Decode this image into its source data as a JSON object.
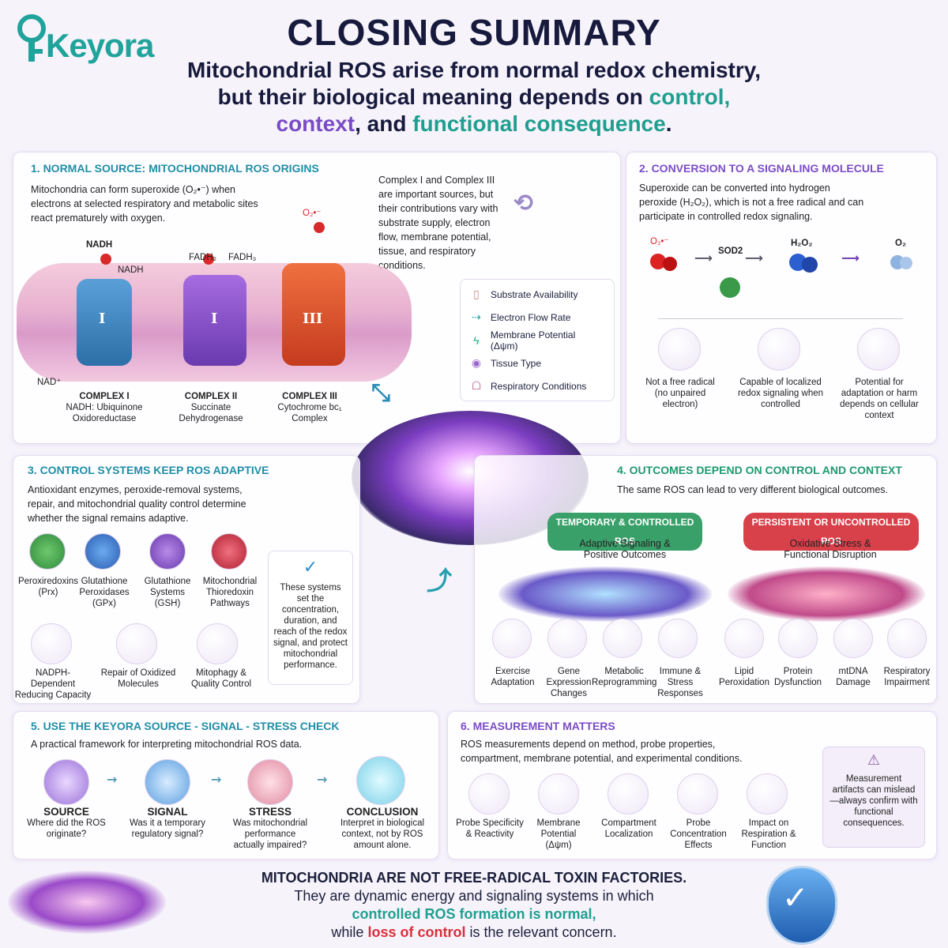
{
  "logo": {
    "text": "Keyora"
  },
  "title": "CLOSING SUMMARY",
  "subtitle": {
    "line1": "Mitochondrial ROS arise from normal redox chemistry,",
    "line2a": "but their biological meaning depends on ",
    "w_control": "control,",
    "w_context": "context",
    "line3mid": ", and ",
    "w_functional": "functional consequence",
    "line3end": "."
  },
  "s1": {
    "heading": "1. NORMAL SOURCE: MITOCHONDRIAL ROS ORIGINS",
    "text": "Mitochondria can form superoxide (O₂•⁻) when electrons at selected respiratory and metabolic sites react prematurely with oxygen.",
    "side_text": "Complex I and Complex III are important sources, but their contributions vary with substrate supply, electron flow, membrane potential, tissue, and respiratory conditions.",
    "labels": {
      "nadh": "NADH",
      "nadh2": "NADH",
      "fadh2": "FADH₂",
      "fadh3": "FADH₃",
      "o2": "O₂•⁻",
      "nad": "NAD⁺",
      "roman1": "I",
      "roman2": "I",
      "roman3": "III"
    },
    "complexes": [
      {
        "name": "COMPLEX I",
        "desc": "NADH: Ubiquinone Oxidoreductase"
      },
      {
        "name": "COMPLEX II",
        "desc": "Succinate Dehydrogenase"
      },
      {
        "name": "COMPLEX III",
        "desc": "Cytochrome bc₁ Complex"
      }
    ],
    "factors": [
      "Substrate Availability",
      "Electron Flow Rate",
      "Membrane Potential (Δψm)",
      "Tissue Type",
      "Respiratory Conditions"
    ]
  },
  "s2": {
    "heading": "2. CONVERSION TO A SIGNALING MOLECULE",
    "text": "Superoxide can be converted into hydrogen peroxide (H₂O₂), which is not a free radical and can participate in controlled redox signaling.",
    "o2r": "O₂•⁻",
    "sod2": "SOD2",
    "h2o2": "H₂O₂",
    "o2": "O₂",
    "props": [
      "Not a free radical (no unpaired electron)",
      "Capable of localized redox signaling when controlled",
      "Potential for adaptation or harm depends on cellular context"
    ]
  },
  "s3": {
    "heading": "3. CONTROL SYSTEMS KEEP ROS ADAPTIVE",
    "text": "Antioxidant enzymes, peroxide-removal systems, repair, and mitochondrial quality control determine whether the signal remains adaptive.",
    "row1": [
      "Peroxiredoxins (Prx)",
      "Glutathione Peroxidases (GPx)",
      "Glutathione Systems (GSH)",
      "Mitochondrial Thioredoxin Pathways"
    ],
    "row2": [
      "NADPH-Dependent Reducing Capacity",
      "Repair of Oxidized Molecules",
      "Mitophagy & Quality Control"
    ],
    "box": "These systems set the concentration, duration, and reach of the redox signal, and protect mitochondrial performance."
  },
  "s4": {
    "heading": "4. OUTCOMES DEPEND ON CONTROL AND CONTEXT",
    "text": "The same ROS can lead to very different biological outcomes.",
    "good_pill": "TEMPORARY & CONTROLLED ROS",
    "good_sub": "Adaptive Signaling & Positive Outcomes",
    "bad_pill": "PERSISTENT OR UNCONTROLLED ROS",
    "bad_sub": "Oxidative Stress & Functional Disruption",
    "good_items": [
      "Exercise Adaptation",
      "Gene Expression Changes",
      "Metabolic Reprogramming",
      "Immune & Stress Responses"
    ],
    "bad_items": [
      "Lipid Peroxidation",
      "Protein Dysfunction",
      "mtDNA Damage",
      "Respiratory Impairment"
    ]
  },
  "s5": {
    "heading": "5. USE THE KEYORA SOURCE - SIGNAL - STRESS CHECK",
    "text": "A practical framework for interpreting mitochondrial ROS data.",
    "steps": [
      {
        "name": "SOURCE",
        "q": "Where did the ROS originate?"
      },
      {
        "name": "SIGNAL",
        "q": "Was it a temporary regulatory signal?"
      },
      {
        "name": "STRESS",
        "q": "Was mitochondrial performance actually impaired?"
      },
      {
        "name": "CONCLUSION",
        "q": "Interpret in biological context, not by ROS amount alone."
      }
    ]
  },
  "s6": {
    "heading": "6. MEASUREMENT MATTERS",
    "text": "ROS measurements depend on method, probe properties, compartment, membrane potential, and experimental conditions.",
    "items": [
      "Probe Specificity & Reactivity",
      "Membrane Potential (Δψm)",
      "Compartment Localization",
      "Probe Concentration Effects",
      "Impact on Respiration & Function"
    ],
    "warning": "Measurement artifacts can mislead—always confirm with functional consequences."
  },
  "footer": {
    "line1": "MITOCHONDRIA ARE NOT FREE-RADICAL TOXIN FACTORIES.",
    "line2": "They are dynamic energy and signaling systems in which",
    "line3": "controlled ROS formation is normal,",
    "line4a": "while ",
    "line4red": "loss of control",
    "line4b": " is the relevant concern."
  },
  "colors": {
    "teal": "#1f9f8f",
    "purple": "#7a4bc7",
    "red": "#d8303a",
    "navy": "#171a3c"
  }
}
